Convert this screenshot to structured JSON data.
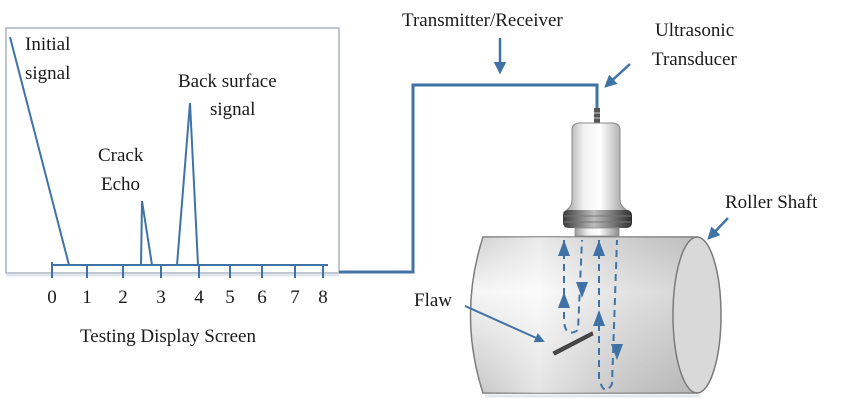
{
  "diagram": {
    "title": "Ultrasonic testing of roller shaft",
    "screen": {
      "caption": "Testing Display Screen",
      "axis_ticks": [
        "0",
        "1",
        "2",
        "3",
        "4",
        "5",
        "6",
        "7",
        "8"
      ],
      "signals": {
        "initial": [
          "Initial",
          "signal"
        ],
        "crack": [
          "Crack",
          "Echo"
        ],
        "back": [
          "Back surface",
          "signal"
        ]
      }
    },
    "labels": {
      "transmitter": "Transmitter/Receiver",
      "transducer": [
        "Ultrasonic",
        "Transducer"
      ],
      "shaft": "Roller Shaft",
      "flaw": "Flaw"
    },
    "colors": {
      "accent": "#3f73a6",
      "frame": "#a9b4bf",
      "text": "#1a1a1a",
      "flaw": "#4a4a4a"
    }
  }
}
